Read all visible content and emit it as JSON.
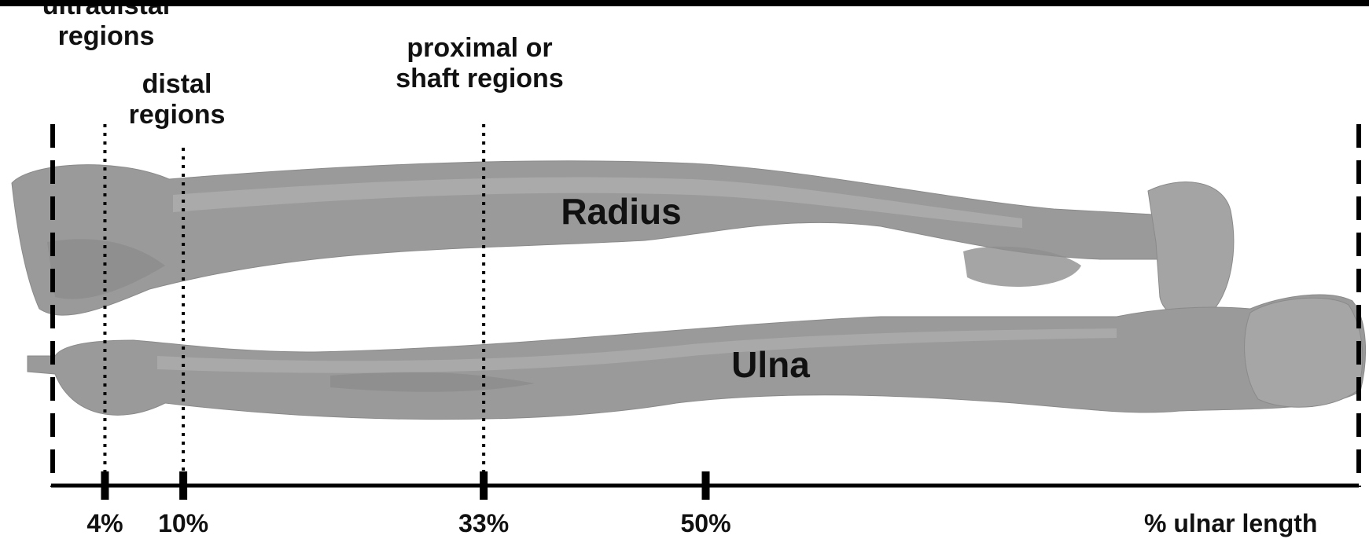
{
  "regions": {
    "ultradistal": {
      "line1": "ultradistal",
      "line2": "regions"
    },
    "distal": {
      "line1": "distal",
      "line2": "regions"
    },
    "proximal": {
      "line1": "proximal or",
      "line2": "shaft regions"
    }
  },
  "bones": {
    "radius": "Radius",
    "ulna": "Ulna"
  },
  "axis": {
    "title": "% ulnar length",
    "ticks": [
      {
        "value": 4,
        "label": "4%"
      },
      {
        "value": 10,
        "label": "10%"
      },
      {
        "value": 33,
        "label": "33%"
      },
      {
        "value": 50,
        "label": "50%"
      }
    ]
  },
  "colors": {
    "background": "#ffffff",
    "frame": "#000000",
    "bone_fill": "#9a9a9a",
    "bone_highlight": "#b8b8b8",
    "bone_shadow": "#7a7a7a",
    "text": "#111111"
  }
}
